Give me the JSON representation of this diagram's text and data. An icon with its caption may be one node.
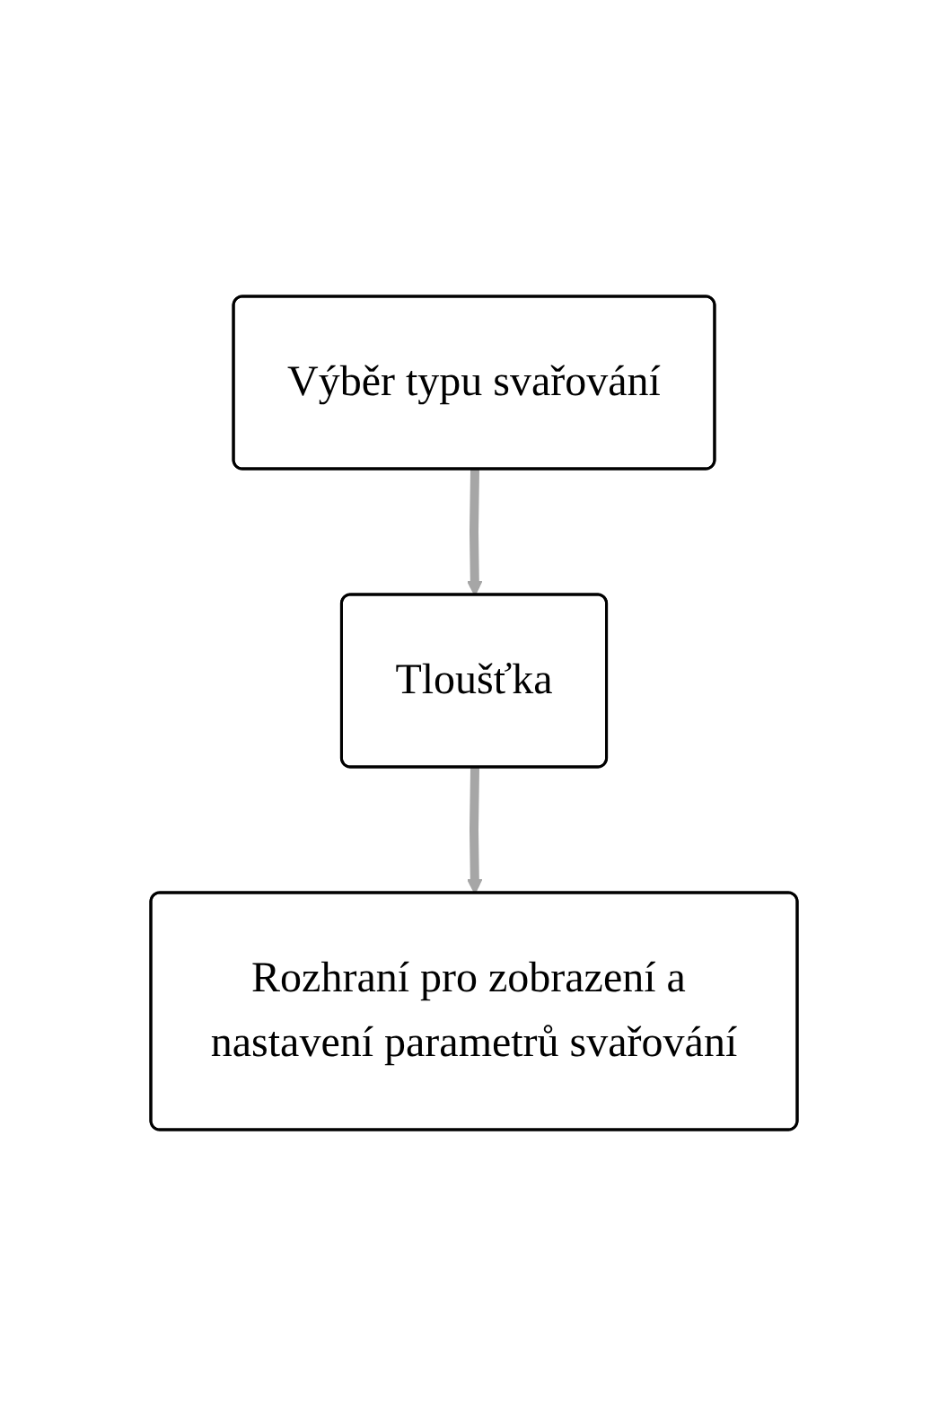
{
  "diagram": {
    "nodes": [
      {
        "text": [
          "Výběr typu svařování"
        ]
      },
      {
        "text": [
          "Tloušťka"
        ]
      },
      {
        "text": [
          "Rozhraní pro zobrazení a nastavení parametrů svařování"
        ]
      }
    ],
    "edges": [
      {
        "from": 0,
        "to": 1,
        "arrow": "to"
      },
      {
        "from": 1,
        "to": 2,
        "arrow": "to"
      }
    ]
  }
}
